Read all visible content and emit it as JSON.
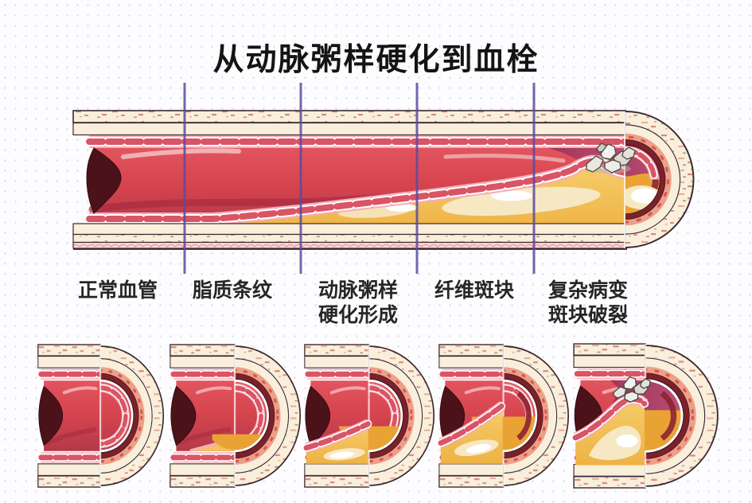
{
  "title": "从动脉粥样硬化到血栓",
  "stages": [
    {
      "id": "normal",
      "label": "正常血管",
      "lines": [
        "正常血管"
      ]
    },
    {
      "id": "fatty-streak",
      "label": "脂质条纹",
      "lines": [
        "脂质条纹"
      ]
    },
    {
      "id": "atherosclerosis",
      "label": "动脉粥样硬化形成",
      "lines": [
        "动脉粥样",
        "硬化形成"
      ]
    },
    {
      "id": "fibrous-plaque",
      "label": "纤维斑块",
      "lines": [
        "纤维斑块"
      ]
    },
    {
      "id": "complex-lesion",
      "label": "复杂病变斑块破裂",
      "lines": [
        "复杂病变",
        "斑块破裂"
      ]
    }
  ],
  "colors": {
    "background_dot": "#e6e6ee",
    "title_color": "#141414",
    "label_color": "#262626",
    "wall_cream": "#f9efdb",
    "wall_speckle_red": "#c0392b",
    "muscle_pink": "#f6adb7",
    "muscle_red": "#d95565",
    "lumen_red": "#d7454f",
    "lumen_dark_red": "#a92e42",
    "plaque_yellow": "#f3c258",
    "plaque_core_cream": "#f7e8c4",
    "plaque_highlight": "#ffffff",
    "cap_ring_maroon": "#7c2029",
    "cap_interior_orange": "#e9a335",
    "stenosed_lumen_magenta": "#b14b70",
    "thrombus_gray": "#e9e7e2",
    "divider_purple": "#5b4aa0",
    "open_end_shadow": "#4c121a",
    "outline_dark": "#3b2b33"
  }
}
